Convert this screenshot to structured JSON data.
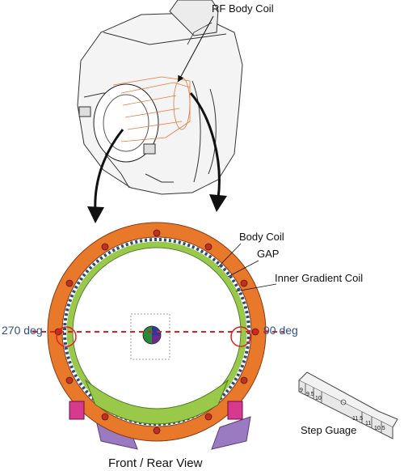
{
  "labels": {
    "rf_body_coil": "RF Body Coil",
    "body_coil": "Body Coil",
    "gap": "GAP",
    "inner_gradient_coil": "Inner Gradient Coil",
    "deg_270": "270 deg",
    "deg_90": "90 deg",
    "step_gauge": "Step Guage",
    "view_caption": "Front / Rear View"
  },
  "gauge_ticks": [
    "9",
    "9.5",
    "10",
    "11.5",
    "11",
    "10.5"
  ],
  "colors": {
    "outer_ring": "#e8782a",
    "inner_ring": "#9ac848",
    "accent_magenta": "#d63a8e",
    "accent_purple": "#9a7ac0",
    "dashed_line": "#e02020",
    "degree_text": "#2f4f8a",
    "rf_coil": "#e87838"
  }
}
